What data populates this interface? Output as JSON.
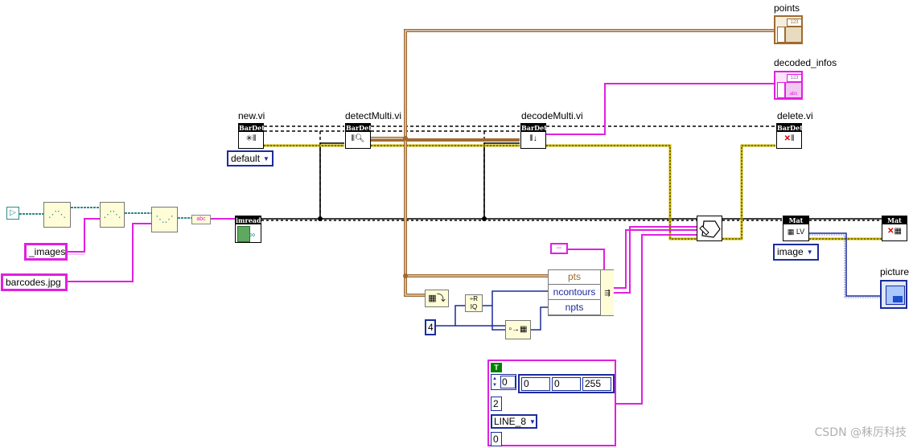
{
  "labels": {
    "points": "points",
    "decoded_infos": "decoded_infos",
    "new_vi": "new.vi",
    "detect_multi": "detectMulti.vi",
    "decode_multi": "decodeMulti.vi",
    "delete_vi": "delete.vi",
    "picture": "picture"
  },
  "nodes": {
    "bardet_header": "BarDet",
    "imread_header": "imread",
    "mat_header": "Mat",
    "string_const_icon": "abc",
    "numeric_indicator_icon": "123",
    "bool_const": "T"
  },
  "controls": {
    "new_mode": "default",
    "images_dir": "_images",
    "filename": "barcodes.jpg",
    "display_mode": "image",
    "constant_four": "4"
  },
  "bundle": {
    "rows": [
      "pts",
      "ncontours",
      "npts"
    ]
  },
  "color_cluster": {
    "index": "0",
    "r": "0",
    "g": "0",
    "b": "255",
    "thickness": "2",
    "line_type": "LINE_8",
    "shift": "0"
  },
  "watermark": "CSDN @秣厉科技",
  "colors": {
    "wire_pink": "#e020e0",
    "wire_brown": "#a06a30",
    "wire_yellow": "#c8b400",
    "wire_blue": "#1c2c9c",
    "wire_teal": "#2e8b8b"
  }
}
